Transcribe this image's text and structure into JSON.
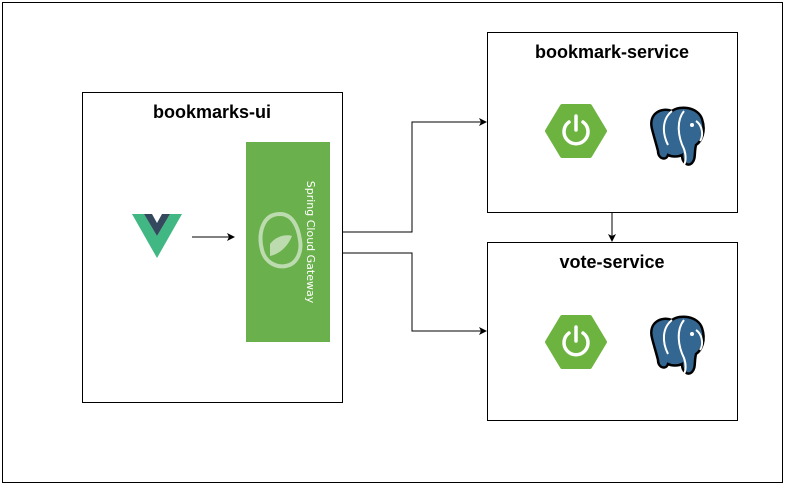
{
  "colors": {
    "border": "#000000",
    "gateway_green": "#6ab04c",
    "spring_green": "#6db33f",
    "vue_green": "#41b883",
    "vue_dark": "#35495e",
    "postgres_blue": "#336791"
  },
  "boxes": {
    "bookmarks_ui": {
      "title": "bookmarks-ui",
      "icons": [
        "vue-logo-icon"
      ],
      "gateway": {
        "label": "Spring Cloud Gateway",
        "icon": "spring-cloud-gateway-icon"
      }
    },
    "bookmark_service": {
      "title": "bookmark-service",
      "icons": [
        "spring-boot-icon",
        "postgresql-elephant-icon"
      ]
    },
    "vote_service": {
      "title": "vote-service",
      "icons": [
        "spring-boot-icon",
        "postgresql-elephant-icon"
      ]
    }
  },
  "connections": [
    {
      "from": "vue-logo-icon",
      "to": "spring-cloud-gateway"
    },
    {
      "from": "spring-cloud-gateway",
      "to": "bookmark-service"
    },
    {
      "from": "spring-cloud-gateway",
      "to": "vote-service"
    },
    {
      "from": "bookmark-service",
      "to": "vote-service"
    }
  ]
}
